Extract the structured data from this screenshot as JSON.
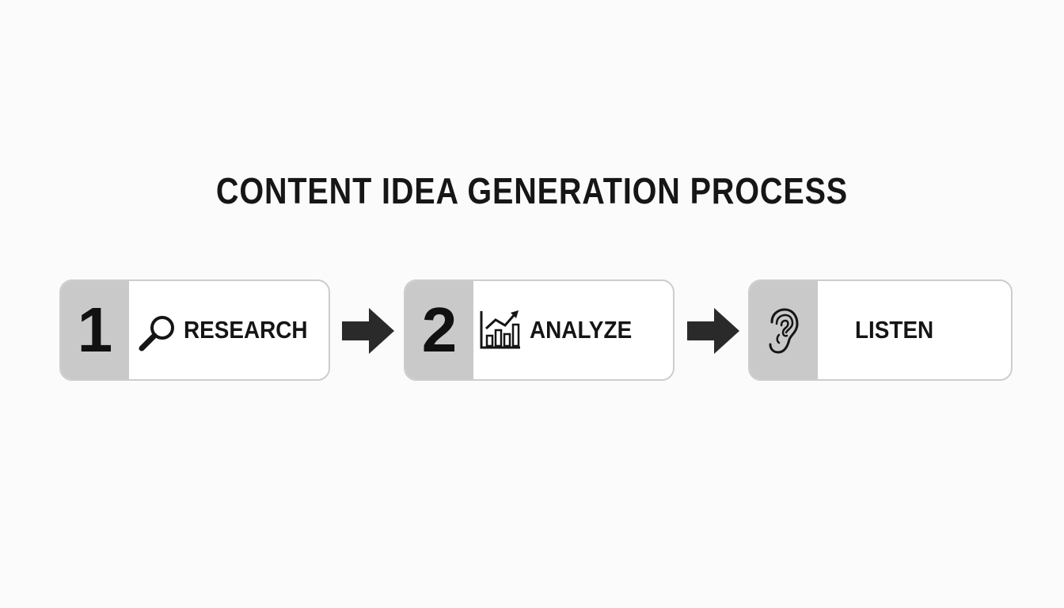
{
  "title": "CONTENT IDEA GENERATION PROCESS",
  "steps": [
    {
      "number": "1",
      "icon": "magnifying-glass-icon",
      "label": "RESEARCH"
    },
    {
      "number": "2",
      "icon": "bar-chart-trend-icon",
      "label": "ANALYZE"
    },
    {
      "number": "",
      "icon": "ear-icon",
      "label": "LISTEN"
    }
  ],
  "connectors": [
    "right-arrow-icon",
    "right-arrow-icon"
  ],
  "colors": {
    "background": "#fbfbfb",
    "card": "#ffffff",
    "card_border": "#cdcdcd",
    "number_panel": "#c9c9c9",
    "text": "#151515"
  }
}
